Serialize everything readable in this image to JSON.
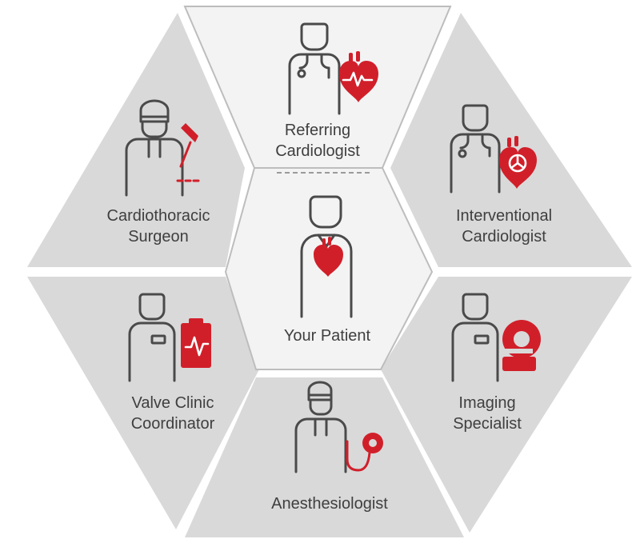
{
  "diagram": {
    "center": {
      "label": "Your Patient"
    },
    "segments": [
      {
        "id": "top",
        "line1": "Referring",
        "line2": "Cardiologist",
        "icon": "heart-ecg-icon"
      },
      {
        "id": "top-right",
        "line1": "Interventional",
        "line2": "Cardiologist",
        "icon": "heart-valve-icon"
      },
      {
        "id": "bottom-right",
        "line1": "Imaging",
        "line2": "Specialist",
        "icon": "ct-scanner-icon"
      },
      {
        "id": "bottom",
        "line1": "Anesthesiologist",
        "line2": "",
        "icon": "anesthesia-mask-icon"
      },
      {
        "id": "bottom-left",
        "line1": "Valve Clinic",
        "line2": "Coordinator",
        "icon": "clipboard-ecg-icon"
      },
      {
        "id": "top-left",
        "line1": "Cardiothoracic",
        "line2": "Surgeon",
        "icon": "scalpel-icon"
      }
    ],
    "colors": {
      "accent": "#d11f2a",
      "segment_fill": "#d9d9d9",
      "light_fill": "#f3f3f3",
      "outline": "#4a4a4a",
      "text": "#3f3f3f"
    }
  }
}
